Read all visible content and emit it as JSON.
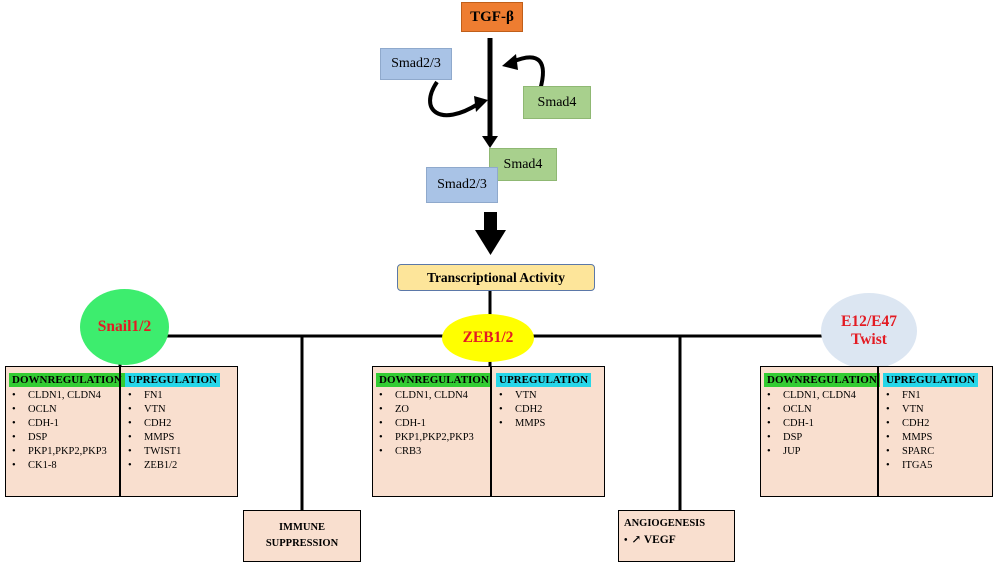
{
  "top": {
    "tgf": "TGF-β",
    "smad23_upper": "Smad2/3",
    "smad4_upper": "Smad4",
    "smad4_lower": "Smad4",
    "smad23_lower": "Smad2/3",
    "transcription": "Transcriptional Activity"
  },
  "factors": {
    "snail": {
      "name": "Snail1/2",
      "down_header": "DOWNREGULATION",
      "up_header": "UPREGULATION",
      "down": [
        "CLDN1, CLDN4",
        "OCLN",
        "CDH-1",
        "DSP",
        "PKP1,PKP2,PKP3",
        "CK1-8"
      ],
      "up": [
        "FN1",
        "VTN",
        "CDH2",
        "MMPS",
        "TWIST1",
        "ZEB1/2"
      ]
    },
    "zeb": {
      "name": "ZEB1/2",
      "down_header": "DOWNREGULATION",
      "up_header": "UPREGULATION",
      "down": [
        "CLDN1, CLDN4",
        "ZO",
        "CDH-1",
        "PKP1,PKP2,PKP3",
        "CRB3"
      ],
      "up": [
        "VTN",
        "CDH2",
        "MMPS"
      ]
    },
    "twist": {
      "name_line1": "E12/E47",
      "name_line2": "Twist",
      "down_header": "DOWNREGULATION",
      "up_header": "UPREGULATION",
      "down": [
        "CLDN1, CLDN4",
        "OCLN",
        "CDH-1",
        "DSP",
        "JUP"
      ],
      "up": [
        "FN1",
        "VTN",
        "CDH2",
        "MMPS",
        "SPARC",
        "ITGA5"
      ]
    }
  },
  "immune": {
    "line1": "IMMUNE",
    "line2": "SUPPRESSION"
  },
  "angio": {
    "title": "ANGIOGENESIS",
    "arrow": "↗",
    "item": "VEGF"
  },
  "colors": {
    "tgf": "#ee7d31",
    "smad23": "#a9c3e6",
    "smad4": "#a8d08d",
    "transcription": "#fde59a",
    "snail_ellipse": "#3ded6e",
    "zeb_ellipse": "#ffff00",
    "twist_ellipse": "#dce6f2",
    "factor_text": "#e31b23",
    "panel": "#f9dfcf",
    "down_header": "#33cc33",
    "up_header": "#27d6e8"
  }
}
